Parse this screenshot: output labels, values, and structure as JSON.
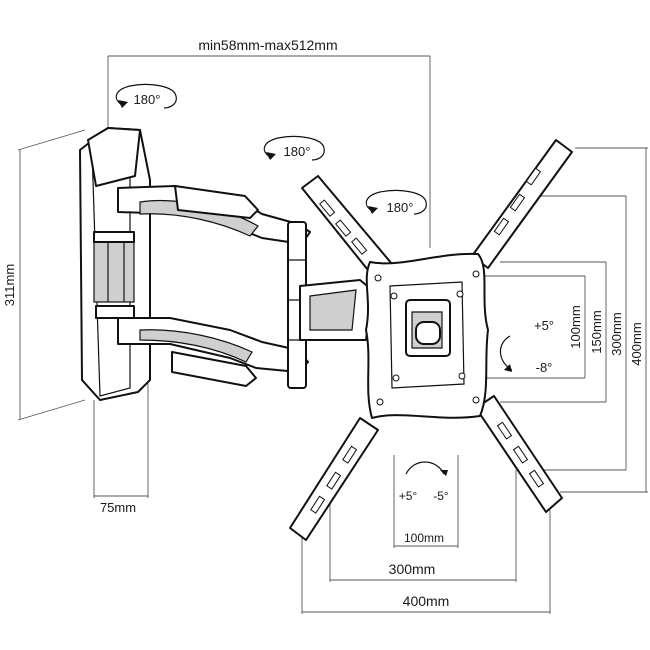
{
  "labels": {
    "arm_extension": "min58mm-max512mm",
    "wall_plate_height": "311mm",
    "wall_plate_depth": "75mm",
    "rotation_wall": "180°",
    "rotation_mid": "180°",
    "rotation_head": "180°",
    "tilt_up": "+5°",
    "tilt_down": "-8°",
    "swivel_left": "+5°",
    "swivel_right": "-5°",
    "vert_100": "100mm",
    "vert_150": "150mm",
    "vert_300": "300mm",
    "vert_400": "400mm",
    "horiz_100": "100mm",
    "horiz_300": "300mm",
    "horiz_400": "400mm"
  },
  "colors": {
    "line": "#111111",
    "dimension": "#555555",
    "shade": "#cfcfcf"
  },
  "icons": [
    "rotation-arrow-icon",
    "tilt-arrow-icon",
    "swivel-arrow-icon"
  ]
}
